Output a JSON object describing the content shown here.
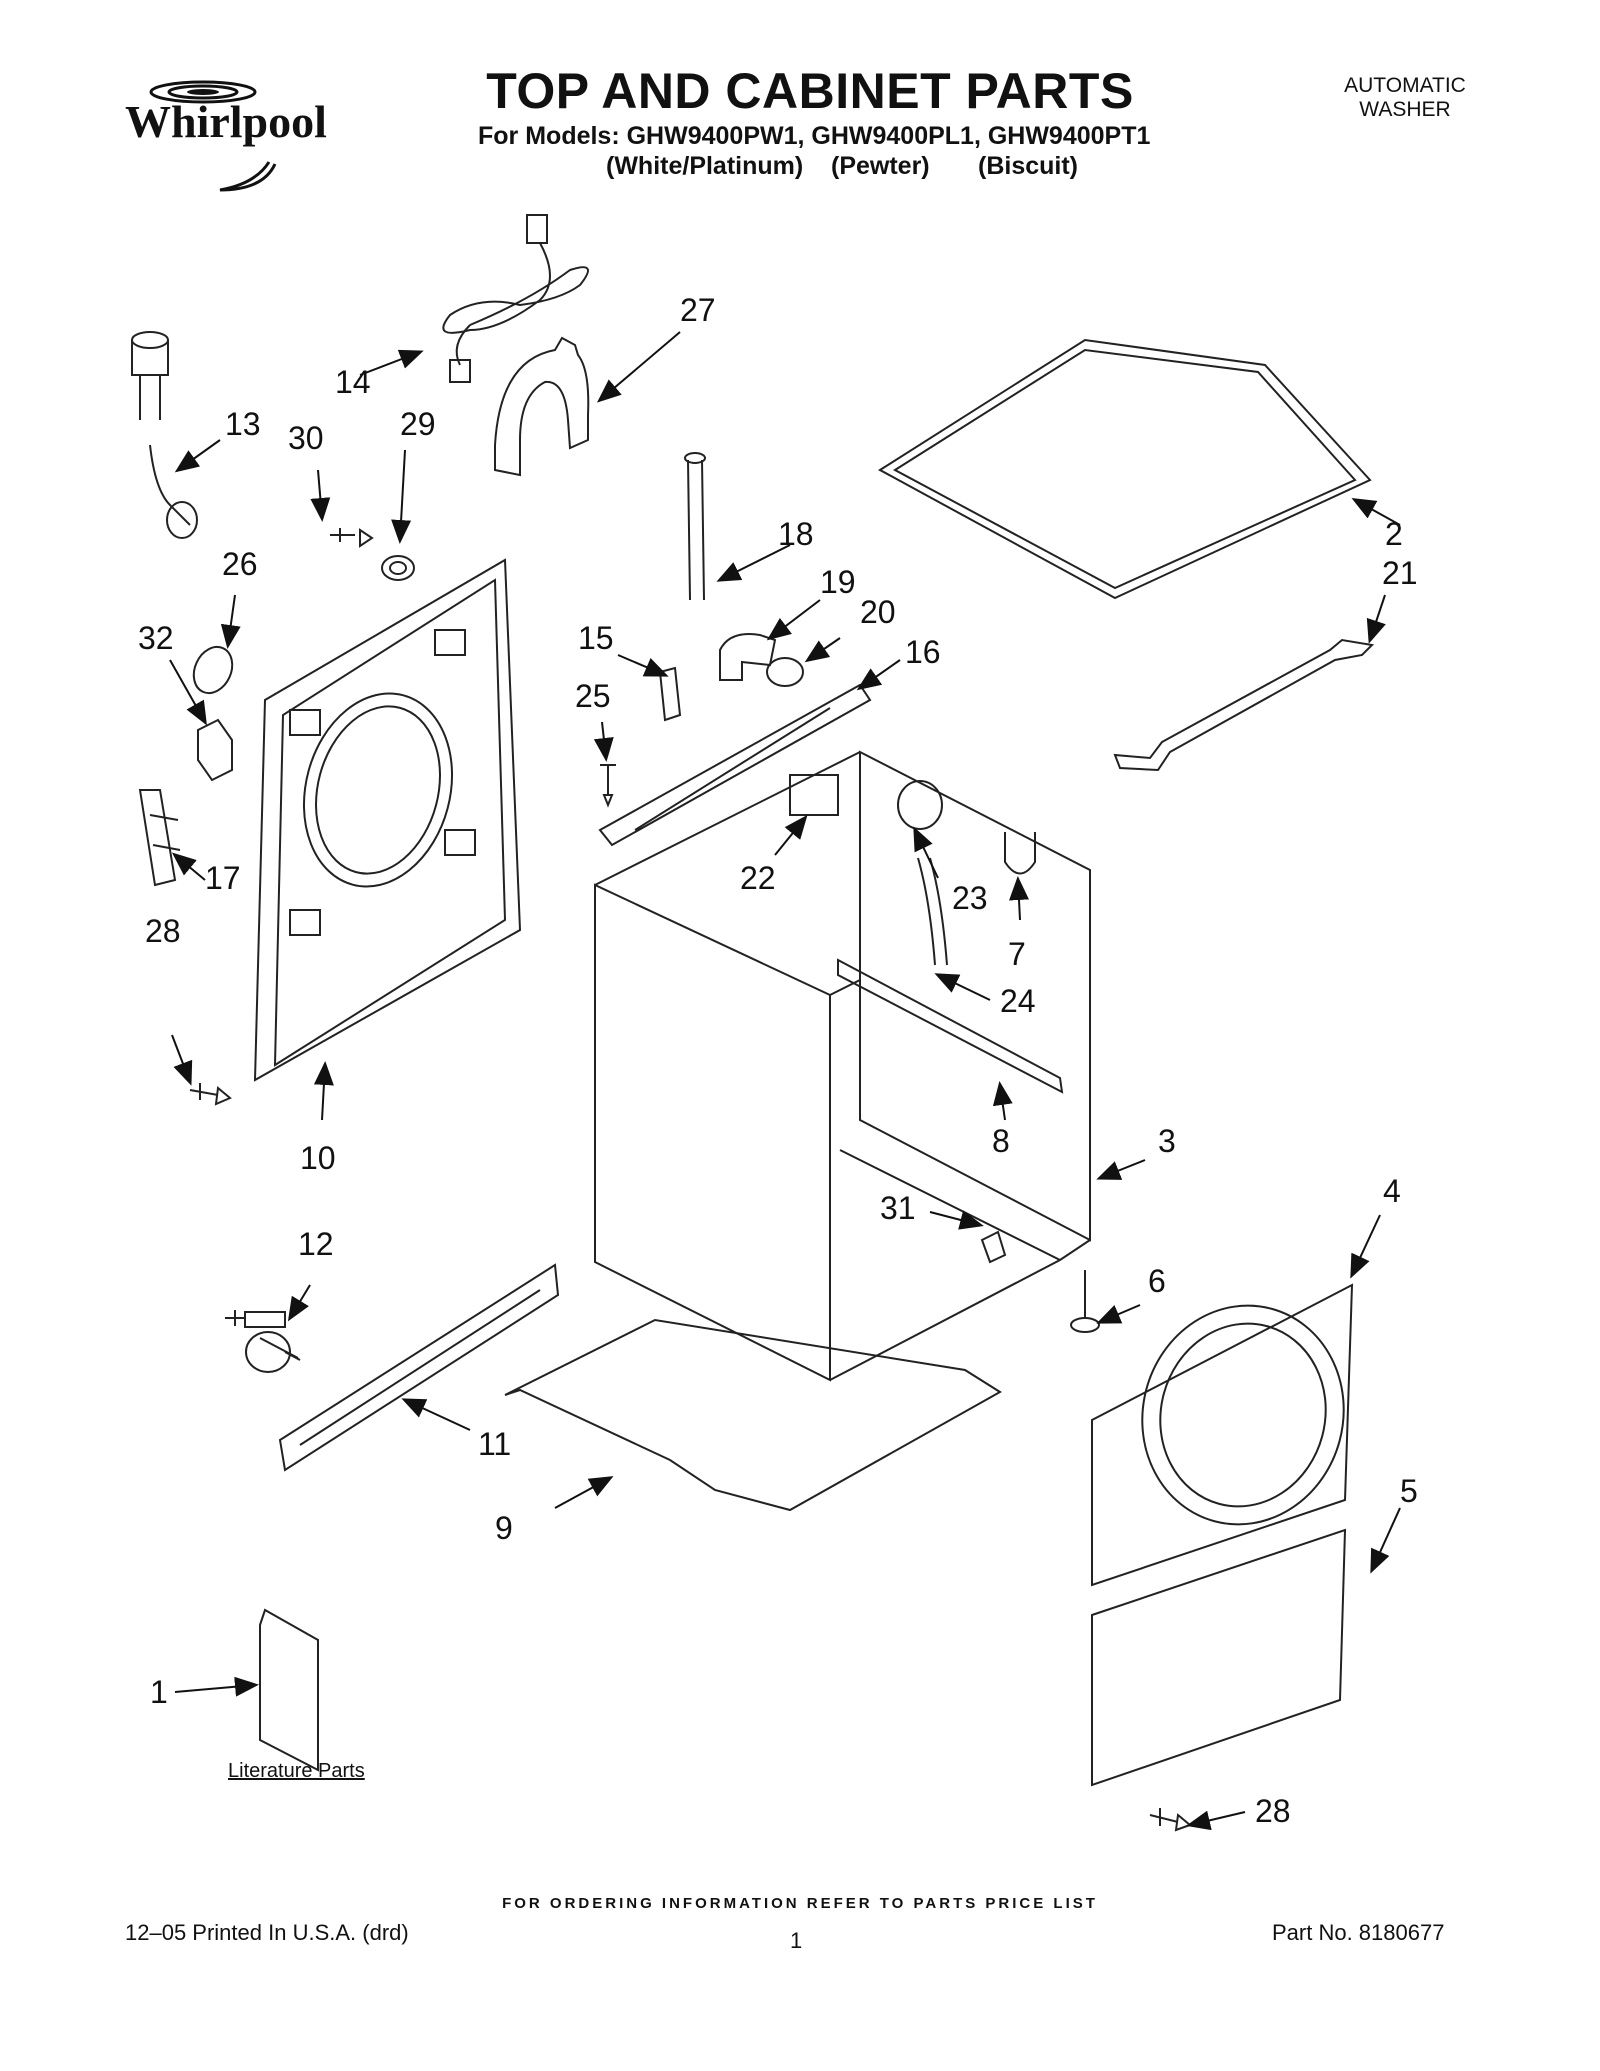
{
  "header": {
    "brand": "Whirlpool",
    "title": "TOP AND CABINET PARTS",
    "models_line": "For Models: GHW9400PW1, GHW9400PL1, GHW9400PT1",
    "colors": [
      "(White/Platinum)",
      "(Pewter)",
      "(Biscuit)"
    ],
    "product_type": [
      "AUTOMATIC",
      "WASHER"
    ]
  },
  "callouts": [
    "1",
    "2",
    "3",
    "4",
    "5",
    "6",
    "7",
    "8",
    "9",
    "10",
    "11",
    "12",
    "13",
    "14",
    "15",
    "16",
    "17",
    "18",
    "19",
    "20",
    "21",
    "22",
    "23",
    "24",
    "25",
    "26",
    "27",
    "28",
    "28",
    "29",
    "30",
    "31",
    "32"
  ],
  "literature_label": "Literature Parts",
  "footer": {
    "ordering_note": "FOR ORDERING INFORMATION REFER TO PARTS PRICE LIST",
    "left": "12–05 Printed In U.S.A. (drd)",
    "page": "1",
    "part_no": "Part No. 8180677"
  }
}
